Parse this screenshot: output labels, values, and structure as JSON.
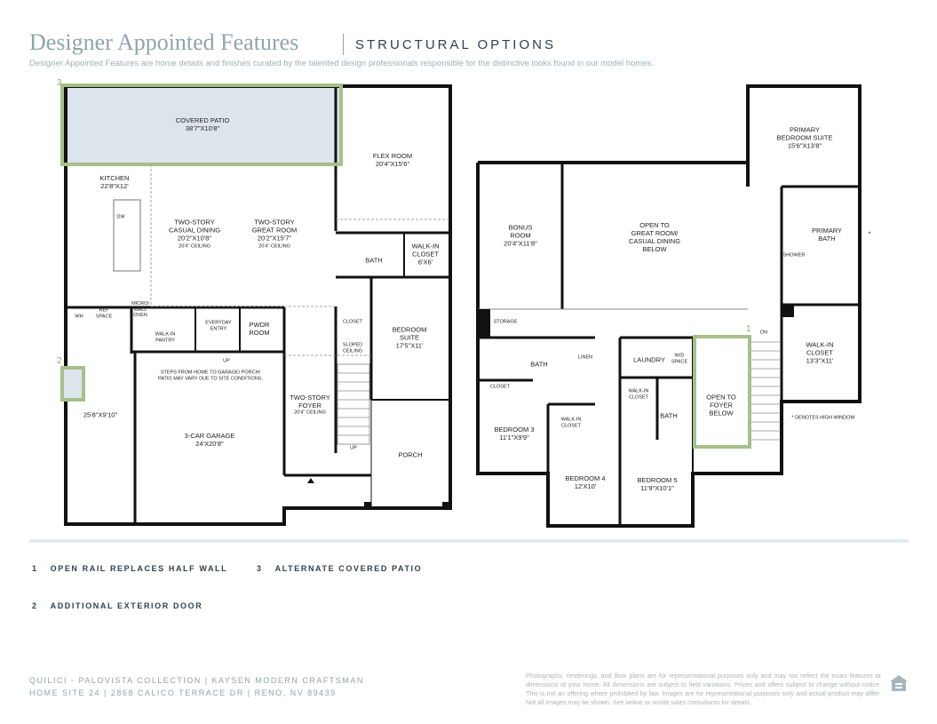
{
  "header": {
    "title": "Designer Appointed Features",
    "subtitle": "STRUCTURAL OPTIONS",
    "description": "Designer Appointed Features are home details and finishes curated by the talented design professionals responsible for the distinctive looks found in our model homes."
  },
  "colors": {
    "accent": "#8fa4ae",
    "highlight": "#a7c08a",
    "patio_fill": "#dde5ec",
    "wall": "#111111"
  },
  "floor1": {
    "markers": [
      "3",
      "2"
    ],
    "rooms": [
      "COVERED PATIO\n38'7\"X10'8\"",
      "FLEX ROOM\n20'4\"X15'6\"",
      "KITCHEN\n22'8\"X12'",
      "TWO-STORY\nCASUAL DINING\n20'2\"X10'8\"",
      "20'4\" CEILING",
      "TWO-STORY\nGREAT ROOM\n20'2\"X15'7\"",
      "20'4\" CEILING",
      "BATH",
      "WALK-IN\nCLOSET\n6'X6'",
      "BEDROOM\nSUITE\n17'5\"X11'",
      "CLOSET",
      "SLOPED\nCEILING",
      "EVERYDAY\nENTRY",
      "PWDR\nROOM",
      "WALK-IN\nPANTRY",
      "REF\nSPACE",
      "MICRO/\nWALL\nOVEN",
      "WH",
      "DW",
      "STEPS FROM HOME TO GARAGE/ PORCH/\nPATIO MAY VARY DUE TO SITE CONDITIONS.",
      "TWO-STORY\nFOYER",
      "20'4\" CEILING",
      "3-CAR GARAGE\n24'X20'8\"",
      "25'8\"X9'10\"",
      "PORCH",
      "UP",
      "UP"
    ]
  },
  "floor2": {
    "markers": [
      "1"
    ],
    "rooms": [
      "PRIMARY\nBEDROOM SUITE\n15'6\"X13'8\"",
      "PRIMARY\nBATH",
      "SHOWER",
      "BONUS\nROOM\n20'4\"X11'8\"",
      "OPEN TO\nGREAT ROOM/\nCASUAL DINING\nBELOW",
      "STORAGE",
      "BATH",
      "LINEN",
      "CLOSET",
      "LAUNDRY",
      "W/D\nSPACE",
      "WALK-IN\nCLOSET",
      "BATH",
      "WALK-IN\nCLOSET",
      "OPEN TO\nFOYER\nBELOW",
      "DN",
      "WALK-IN\nCLOSET\n13'3\"X11'",
      "* DENOTES HIGH WINDOW",
      "BEDROOM 3\n11'1\"X9'9\"",
      "BEDROOM 4\n12'X10'",
      "BEDROOM 5\n11'9\"X10'1\"",
      "*"
    ]
  },
  "options": [
    {
      "num": "1",
      "label": "OPEN RAIL REPLACES HALF WALL"
    },
    {
      "num": "3",
      "label": "ALTERNATE COVERED PATIO"
    },
    {
      "num": "2",
      "label": "ADDITIONAL EXTERIOR DOOR"
    }
  ],
  "footer": {
    "line1": "QUILICI - PALOVISTA COLLECTION  |  KAYSEN MODERN CRAFTSMAN",
    "line2": "HOME SITE 24  |  2868 CALICO  TERRACE DR  |  RENO, NV 89439",
    "disclaimer": "Photographs, renderings, and floor plans are for representational purposes only and may not reflect the exact features or dimensions of your home. All dimensions are subject to field variations. Prices and offers subject to change without notice. This is not an offering where prohibited by law. Images are for representational purposes only and actual product may differ. Not all images may be shown. See online or onsite sales consultants for details."
  }
}
